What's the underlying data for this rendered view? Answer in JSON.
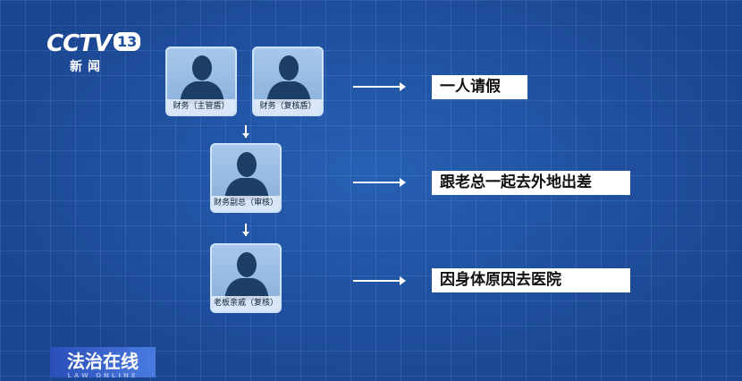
{
  "channel": {
    "brand": "CCTV",
    "number": "13",
    "name": "新闻"
  },
  "people": [
    {
      "label": "财务（主管盾）"
    },
    {
      "label": "财务（复核盾）"
    },
    {
      "label": "财务副总（审核）"
    },
    {
      "label": "老板亲戚（复核）"
    }
  ],
  "reasons": [
    "一人请假",
    "跟老总一起去外地出差",
    "因身体原因去医院"
  ],
  "program": {
    "title": "法治在线",
    "subtitle": "LAW ONLINE"
  }
}
